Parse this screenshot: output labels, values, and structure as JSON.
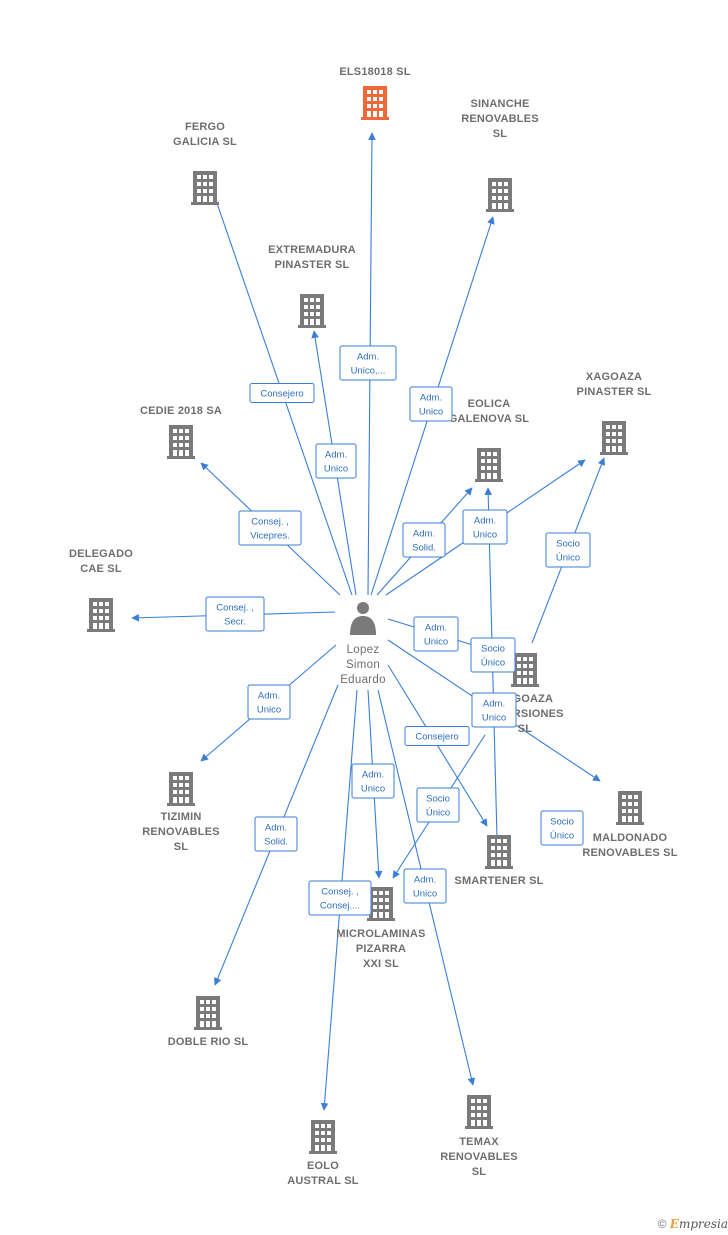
{
  "colors": {
    "edge": "#3a7fd5",
    "edge_text": "#2f6fbf",
    "building": "#7a7a7a",
    "main_building": "#f0673a",
    "label": "#6e6e6e"
  },
  "center": {
    "icon": "person-icon",
    "lines": [
      "Lopez",
      "Simon",
      "Eduardo"
    ]
  },
  "companies": [
    {
      "id": "els18018",
      "lines": [
        "ELS18018  SL"
      ],
      "highlight": true
    },
    {
      "id": "fergo",
      "lines": [
        "FERGO",
        "GALICIA  SL"
      ]
    },
    {
      "id": "sinanche",
      "lines": [
        "SINANCHE",
        "RENOVABLES",
        "SL"
      ]
    },
    {
      "id": "extremadura",
      "lines": [
        "EXTREMADURA",
        "PINASTER  SL"
      ]
    },
    {
      "id": "cedie",
      "lines": [
        "CEDIE 2018 SA"
      ]
    },
    {
      "id": "eolica",
      "lines": [
        "EOLICA",
        "GALENOVA SL"
      ]
    },
    {
      "id": "xagoaza_pinaster",
      "lines": [
        "XAGOAZA",
        "PINASTER  SL"
      ]
    },
    {
      "id": "delegado",
      "lines": [
        "DELEGADO",
        "CAE  SL"
      ]
    },
    {
      "id": "xagoaza_inv",
      "lines": [
        "XAGOAZA",
        "INVERSIONES",
        "SL"
      ]
    },
    {
      "id": "tizimin",
      "lines": [
        "TIZIMIN",
        "RENOVABLES",
        "SL"
      ]
    },
    {
      "id": "maldonado",
      "lines": [
        "MALDONADO",
        "RENOVABLES SL"
      ]
    },
    {
      "id": "smartener",
      "lines": [
        "SMARTENER SL"
      ]
    },
    {
      "id": "microlaminas",
      "lines": [
        "MICROLAMINAS",
        "PIZARRA",
        "XXI  SL"
      ]
    },
    {
      "id": "doble_rio",
      "lines": [
        "DOBLE RIO SL"
      ]
    },
    {
      "id": "eolo",
      "lines": [
        "EOLO",
        "AUSTRAL  SL"
      ]
    },
    {
      "id": "temax",
      "lines": [
        "TEMAX",
        "RENOVABLES",
        "SL"
      ]
    }
  ],
  "relations": [
    {
      "id": "r_els",
      "lines": [
        "Adm.",
        "Unico,..."
      ]
    },
    {
      "id": "r_fergo",
      "lines": [
        "Consejero"
      ]
    },
    {
      "id": "r_extremadura",
      "lines": [
        "Adm.",
        "Unico"
      ]
    },
    {
      "id": "r_sinanche",
      "lines": [
        "Adm.",
        "Unico"
      ]
    },
    {
      "id": "r_cedie",
      "lines": [
        "Consej. ,",
        "Vicepres."
      ]
    },
    {
      "id": "r_eolica",
      "lines": [
        "Adm.",
        "Solid."
      ]
    },
    {
      "id": "r_xagoaza_p",
      "lines": [
        "Adm.",
        "Unico"
      ]
    },
    {
      "id": "r_xagoaza_p_socio",
      "lines": [
        "Socio",
        "Único"
      ]
    },
    {
      "id": "r_delegado",
      "lines": [
        "Consej. ,",
        "Secr."
      ]
    },
    {
      "id": "r_xagoaza_inv",
      "lines": [
        "Adm.",
        "Unico"
      ]
    },
    {
      "id": "r_xagoaza_inv_socio",
      "lines": [
        "Socio",
        "Único"
      ]
    },
    {
      "id": "r_maldonado",
      "lines": [
        "Adm.",
        "Unico"
      ]
    },
    {
      "id": "r_maldonado_socio",
      "lines": [
        "Socio",
        "Único"
      ]
    },
    {
      "id": "r_tizimin",
      "lines": [
        "Adm.",
        "Unico"
      ]
    },
    {
      "id": "r_smartener",
      "lines": [
        "Consejero"
      ]
    },
    {
      "id": "r_micro_adm",
      "lines": [
        "Adm.",
        "Unico"
      ]
    },
    {
      "id": "r_micro_socio",
      "lines": [
        "Socio",
        "Único"
      ]
    },
    {
      "id": "r_doble",
      "lines": [
        "Adm.",
        "Solid."
      ]
    },
    {
      "id": "r_eolo",
      "lines": [
        "Consej. ,",
        "Consej...."
      ]
    },
    {
      "id": "r_temax",
      "lines": [
        "Adm.",
        "Unico"
      ]
    }
  ],
  "watermark": {
    "symbol": "©",
    "brand_initial": "E",
    "brand_rest": "mpresia"
  }
}
